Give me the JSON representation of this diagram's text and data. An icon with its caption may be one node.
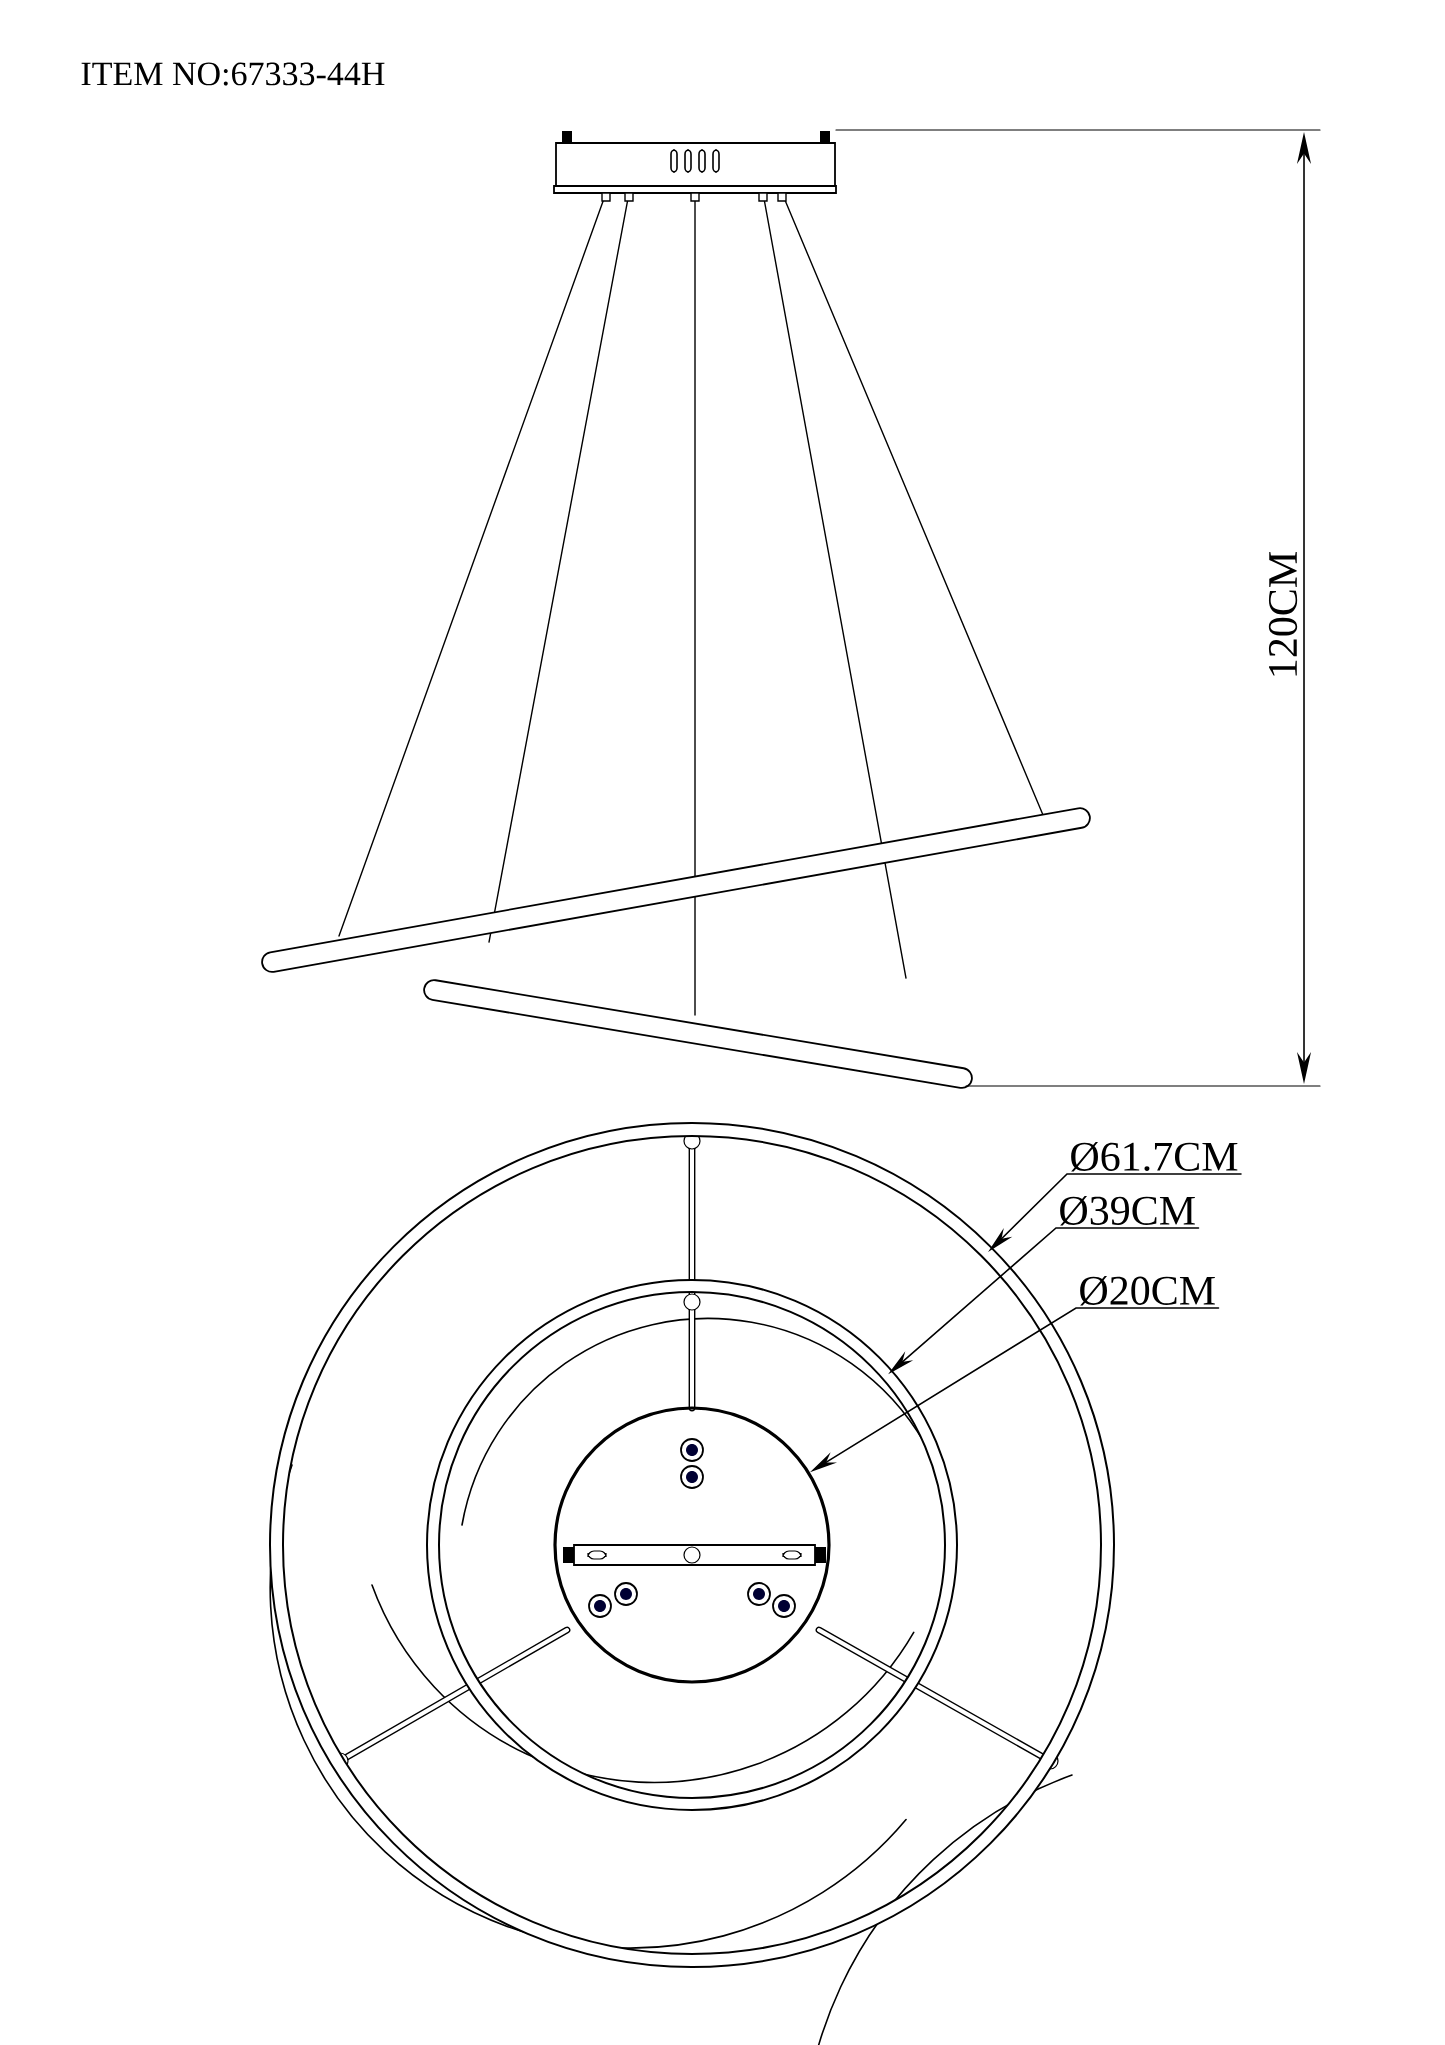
{
  "diagram": {
    "nodes": [
      {
        "text": [
          "Ø61.7CM"
        ]
      },
      {
        "text": [
          "Ø39CM"
        ]
      },
      {
        "text": [
          "Ø20CM"
        ]
      },
      {
        "text": [],
        "shape": "circle"
      },
      {
        "text": [],
        "shape": "circle",
        "in": 3
      },
      {
        "text": [],
        "shape": "circle",
        "in": 4
      }
    ],
    "edges": [
      {
        "from": 0,
        "to": 3,
        "arrow": "to"
      },
      {
        "from": 1,
        "to": 4,
        "arrow": "to"
      },
      {
        "from": 2,
        "to": 5,
        "arrow": "to"
      }
    ],
    "labels": [
      "ITEM NO:67333-44H",
      "120CM"
    ]
  }
}
